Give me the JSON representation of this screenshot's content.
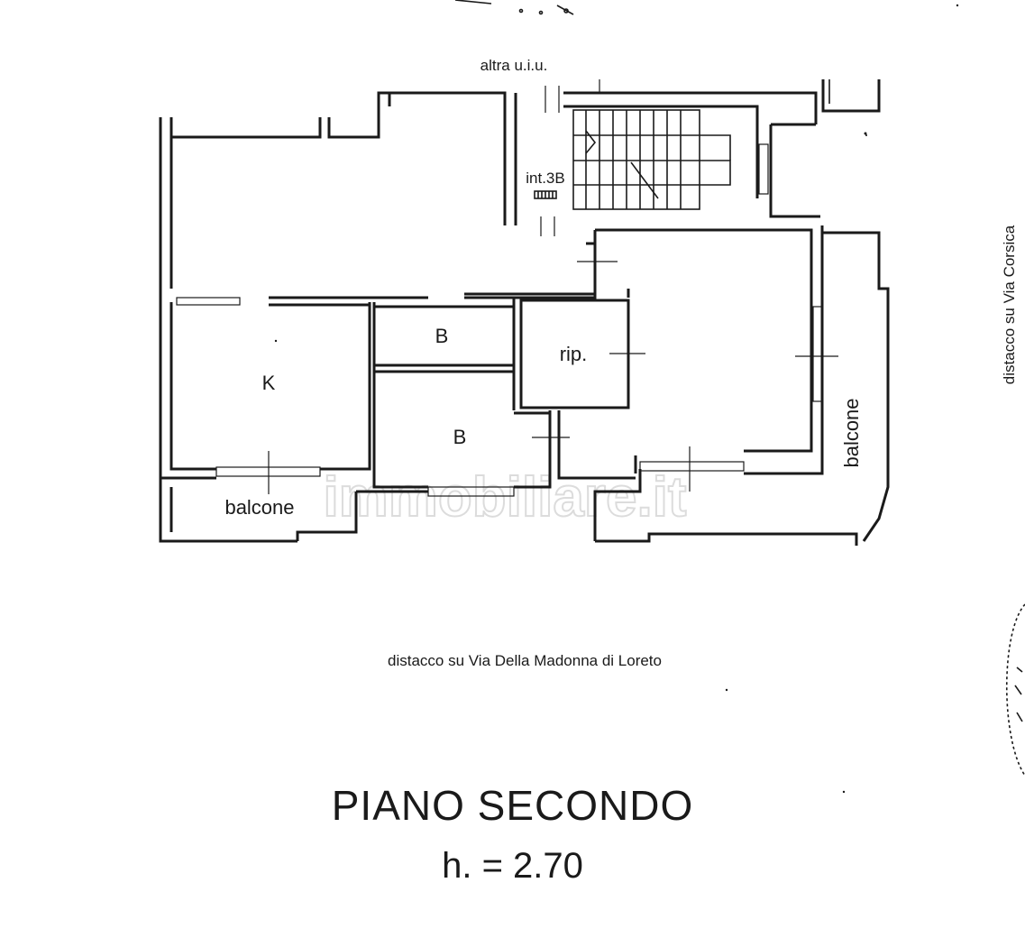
{
  "labels": {
    "other_unit": "altra u.i.u.",
    "unit": "int.3B",
    "kitchen": "K",
    "bath_1": "B",
    "bath_2": "B",
    "storage": "rip.",
    "balcony_left": "balcone",
    "balcony_right": "balcone",
    "side_distance": "distacco su Via Corsica",
    "front_distance": "distacco su Via Della Madonna di Loreto",
    "watermark": "immobiliare.it"
  },
  "floor": {
    "name": "PIANO SECONDO",
    "height": "h. = 2.70"
  },
  "colors": {
    "line": "#1a1a1a",
    "watermark": "#dcdcdc"
  }
}
